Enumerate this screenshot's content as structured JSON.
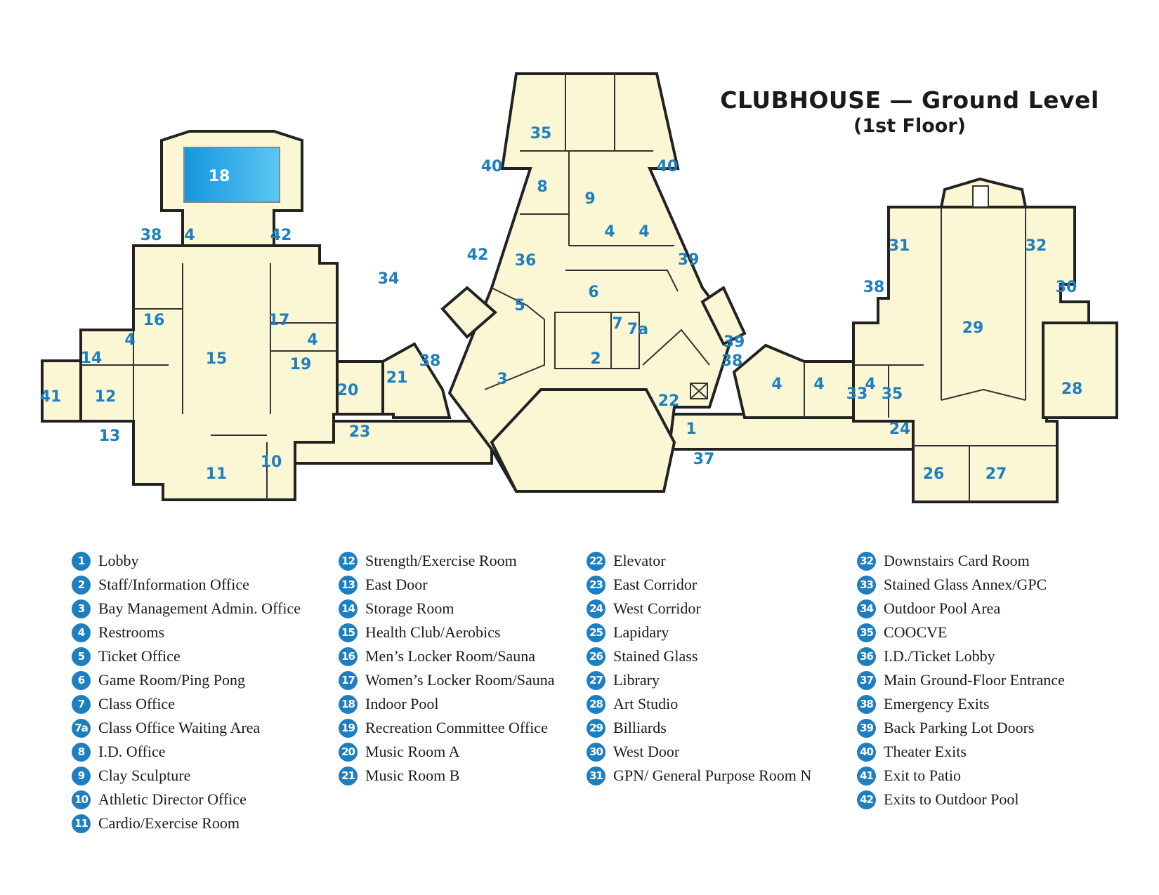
{
  "title": {
    "line1": "CLUBHOUSE — Ground Level",
    "line2": "(1st Floor)"
  },
  "colors": {
    "floor": "#fbf6d4",
    "wall": "#222222",
    "label_blue": "#1e7fc0",
    "pool_blue": "#1ea3e4"
  },
  "map_labels": [
    {
      "id": "l1",
      "text": "1"
    },
    {
      "id": "l2",
      "text": "2"
    },
    {
      "id": "l3",
      "text": "3"
    },
    {
      "id": "l4a",
      "text": "4"
    },
    {
      "id": "l4b",
      "text": "4"
    },
    {
      "id": "l4c",
      "text": "4"
    },
    {
      "id": "l4d",
      "text": "4"
    },
    {
      "id": "l4e",
      "text": "4"
    },
    {
      "id": "l4f",
      "text": "4"
    },
    {
      "id": "l4g",
      "text": "4"
    },
    {
      "id": "l4h",
      "text": "4"
    },
    {
      "id": "l5",
      "text": "5"
    },
    {
      "id": "l6",
      "text": "6"
    },
    {
      "id": "l7",
      "text": "7"
    },
    {
      "id": "l7a",
      "text": "7a"
    },
    {
      "id": "l8",
      "text": "8"
    },
    {
      "id": "l9",
      "text": "9"
    },
    {
      "id": "l10",
      "text": "10"
    },
    {
      "id": "l11",
      "text": "11"
    },
    {
      "id": "l12",
      "text": "12"
    },
    {
      "id": "l13",
      "text": "13"
    },
    {
      "id": "l14",
      "text": "14"
    },
    {
      "id": "l15",
      "text": "15"
    },
    {
      "id": "l16",
      "text": "16"
    },
    {
      "id": "l17",
      "text": "17"
    },
    {
      "id": "l18",
      "text": "18"
    },
    {
      "id": "l19",
      "text": "19"
    },
    {
      "id": "l20",
      "text": "20"
    },
    {
      "id": "l21",
      "text": "21"
    },
    {
      "id": "l22",
      "text": "22"
    },
    {
      "id": "l23",
      "text": "23"
    },
    {
      "id": "l24",
      "text": "24"
    },
    {
      "id": "l26",
      "text": "26"
    },
    {
      "id": "l27",
      "text": "27"
    },
    {
      "id": "l28",
      "text": "28"
    },
    {
      "id": "l29",
      "text": "29"
    },
    {
      "id": "l30",
      "text": "30"
    },
    {
      "id": "l31",
      "text": "31"
    },
    {
      "id": "l32",
      "text": "32"
    },
    {
      "id": "l33",
      "text": "33"
    },
    {
      "id": "l34",
      "text": "34"
    },
    {
      "id": "l35a",
      "text": "35"
    },
    {
      "id": "l35b",
      "text": "35"
    },
    {
      "id": "l36",
      "text": "36"
    },
    {
      "id": "l37",
      "text": "37"
    },
    {
      "id": "l38a",
      "text": "38"
    },
    {
      "id": "l38b",
      "text": "38"
    },
    {
      "id": "l38c",
      "text": "38"
    },
    {
      "id": "l38d",
      "text": "38"
    },
    {
      "id": "l39a",
      "text": "39"
    },
    {
      "id": "l39b",
      "text": "39"
    },
    {
      "id": "l40a",
      "text": "40"
    },
    {
      "id": "l40b",
      "text": "40"
    },
    {
      "id": "l41",
      "text": "41"
    },
    {
      "id": "l42a",
      "text": "42"
    },
    {
      "id": "l42b",
      "text": "42"
    }
  ],
  "legend": [
    [
      {
        "num": "1",
        "label": "Lobby"
      },
      {
        "num": "2",
        "label": "Staff/Information Office"
      },
      {
        "num": "3",
        "label": "Bay Management Admin. Office"
      },
      {
        "num": "4",
        "label": "Restrooms"
      },
      {
        "num": "5",
        "label": "Ticket Office"
      },
      {
        "num": "6",
        "label": "Game Room/Ping Pong"
      },
      {
        "num": "7",
        "label": "Class Office"
      },
      {
        "num": "7a",
        "label": "Class Office Waiting Area"
      },
      {
        "num": "8",
        "label": "I.D. Office"
      },
      {
        "num": "9",
        "label": "Clay Sculpture"
      },
      {
        "num": "10",
        "label": "Athletic Director Office"
      },
      {
        "num": "11",
        "label": "Cardio/Exercise Room"
      }
    ],
    [
      {
        "num": "12",
        "label": "Strength/Exercise Room"
      },
      {
        "num": "13",
        "label": "East Door"
      },
      {
        "num": "14",
        "label": "Storage Room"
      },
      {
        "num": "15",
        "label": "Health Club/Aerobics"
      },
      {
        "num": "16",
        "label": "Men’s Locker Room/Sauna"
      },
      {
        "num": "17",
        "label": "Women’s Locker Room/Sauna"
      },
      {
        "num": "18",
        "label": "Indoor Pool"
      },
      {
        "num": "19",
        "label": "Recreation Committee Office"
      },
      {
        "num": "20",
        "label": "Music Room A"
      },
      {
        "num": "21",
        "label": "Music Room B"
      }
    ],
    [
      {
        "num": "22",
        "label": "Elevator"
      },
      {
        "num": "23",
        "label": "East Corridor"
      },
      {
        "num": "24",
        "label": "West Corridor"
      },
      {
        "num": "25",
        "label": "Lapidary"
      },
      {
        "num": "26",
        "label": "Stained Glass"
      },
      {
        "num": "27",
        "label": "Library"
      },
      {
        "num": "28",
        "label": "Art Studio"
      },
      {
        "num": "29",
        "label": "Billiards"
      },
      {
        "num": "30",
        "label": "West Door"
      },
      {
        "num": "31",
        "label": "GPN/ General Purpose Room N"
      }
    ],
    [
      {
        "num": "32",
        "label": "Downstairs Card Room"
      },
      {
        "num": "33",
        "label": "Stained Glass Annex/GPC"
      },
      {
        "num": "34",
        "label": "Outdoor Pool Area"
      },
      {
        "num": "35",
        "label": "COOCVE"
      },
      {
        "num": "36",
        "label": "I.D./Ticket Lobby"
      },
      {
        "num": "37",
        "label": "Main Ground-Floor Entrance"
      },
      {
        "num": "38",
        "label": "Emergency Exits"
      },
      {
        "num": "39",
        "label": "Back Parking Lot Doors"
      },
      {
        "num": "40",
        "label": "Theater Exits"
      },
      {
        "num": "41",
        "label": "Exit to Patio"
      },
      {
        "num": "42",
        "label": "Exits to Outdoor Pool"
      }
    ]
  ]
}
